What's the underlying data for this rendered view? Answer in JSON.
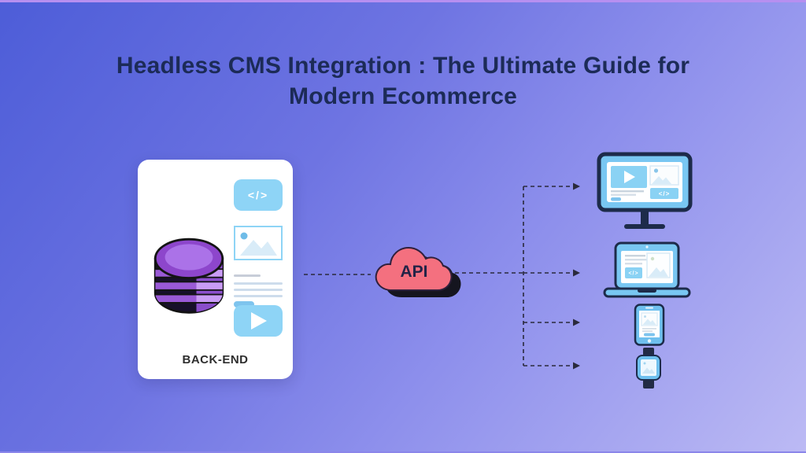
{
  "title": "Headless CMS Integration : The Ultimate Guide for Modern Ecommerce",
  "backend_card": {
    "label": "BACK-END",
    "code_glyph": "</>",
    "icons": [
      "database-icon",
      "code-block-icon",
      "image-placeholder-icon",
      "text-lines",
      "play-button-icon"
    ]
  },
  "api_cloud": {
    "label": "API"
  },
  "devices": [
    {
      "id": "desktop-monitor",
      "code_glyph": "</>"
    },
    {
      "id": "laptop",
      "code_glyph": "</>"
    },
    {
      "id": "smartphone"
    },
    {
      "id": "smartwatch"
    }
  ],
  "colors": {
    "background_top": "#4d5dd8",
    "background_bottom": "#bcbaf4",
    "top_strip": "#b78ff0",
    "title_navy": "#1c2b57",
    "card_white": "#ffffff",
    "accent_blue": "#8ed4f6",
    "device_blue": "#79c7f2",
    "outline_navy": "#1d2b4a",
    "database_purple": "#9a5ad6",
    "api_pink": "#f4707f",
    "backend_label_dark": "#2e2e2e"
  }
}
